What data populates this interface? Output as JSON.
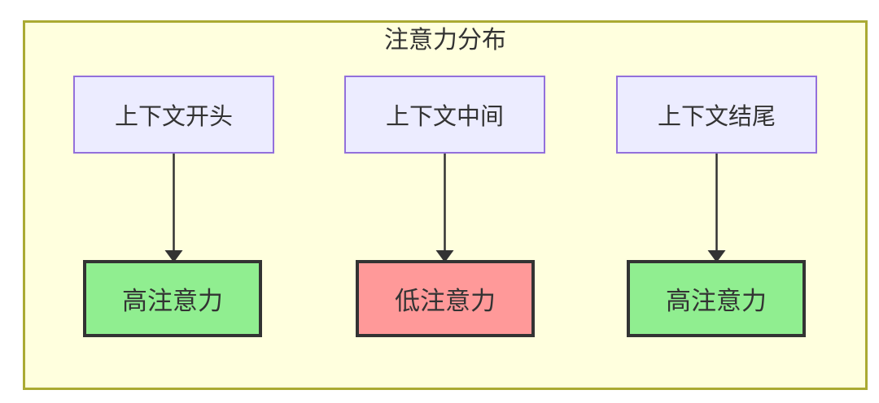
{
  "diagram": {
    "type": "flowchart",
    "title": "注意力分布",
    "columns": [
      {
        "source": {
          "label": "上下文开头"
        },
        "target": {
          "label": "高注意力",
          "level": "high",
          "fill": "#90ee90"
        }
      },
      {
        "source": {
          "label": "上下文中间"
        },
        "target": {
          "label": "低注意力",
          "level": "low",
          "fill": "#ff9999"
        }
      },
      {
        "source": {
          "label": "上下文结尾"
        },
        "target": {
          "label": "高注意力",
          "level": "high",
          "fill": "#90ee90"
        }
      }
    ]
  },
  "colors": {
    "cluster-fill": "#ffffde",
    "cluster-border": "#aaaa33",
    "node-fill": "#ececff",
    "node-border": "#9370db",
    "high-attention": "#90ee90",
    "low-attention": "#ff9999",
    "strong-border": "#333333",
    "arrow": "#333333",
    "text": "#333333",
    "page-bg": "#ffffff"
  }
}
